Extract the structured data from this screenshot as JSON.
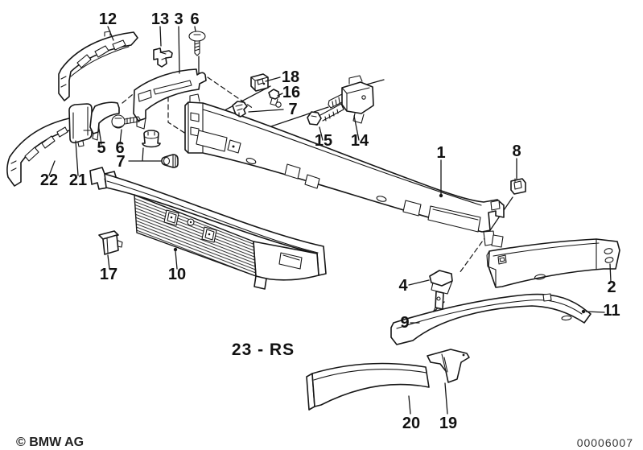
{
  "page": {
    "background": "#ffffff",
    "ink_color": "#161616"
  },
  "footer": {
    "copyright": "© BMW AG",
    "drawing_number": "00006007"
  },
  "diagram": {
    "variant_label": "23 - RS",
    "callouts": [
      {
        "label": "12"
      },
      {
        "label": "13"
      },
      {
        "label": "3"
      },
      {
        "label": "6"
      },
      {
        "label": "18"
      },
      {
        "label": "16"
      },
      {
        "label": "7"
      },
      {
        "label": "15"
      },
      {
        "label": "14"
      },
      {
        "label": "1"
      },
      {
        "label": "8"
      },
      {
        "label": "5"
      },
      {
        "label": "6"
      },
      {
        "label": "7"
      },
      {
        "label": "22"
      },
      {
        "label": "21"
      },
      {
        "label": "17"
      },
      {
        "label": "10"
      },
      {
        "label": "4"
      },
      {
        "label": "9"
      },
      {
        "label": "2"
      },
      {
        "label": "11"
      },
      {
        "label": "20"
      },
      {
        "label": "19"
      }
    ]
  }
}
